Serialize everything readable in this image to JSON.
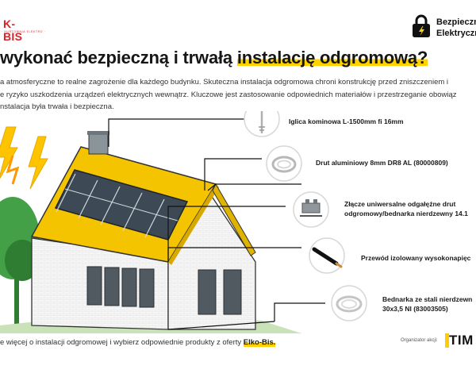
{
  "logo": {
    "text": "K-BIS",
    "subtext": "· HURTOWNIA ELEKTRO ·"
  },
  "badge": {
    "line1": "Bezpieczni",
    "line2": "Elektryczni"
  },
  "title": {
    "before": "wykonać bezpieczną i trwałą ",
    "highlight": "instalację odgromową?"
  },
  "intro": {
    "line1": "a atmosferyczne to realne zagrożenie dla każdego budynku. Skuteczna instalacja odgromowa chroni konstrukcję przed zniszczeniem i",
    "line2": "e ryzyko uszkodzenia urządzeń elektrycznych wewnątrz. Kluczowe jest zastosowanie odpowiednich materiałów i przestrzeganie obowiąz",
    "line3": "nstalacja była trwała i bezpieczna."
  },
  "products": {
    "rod": "Iglica kominowa L-1500mm fi 16mm",
    "wire": "Drut aluminiowy 8mm DR8 AL (80000809)",
    "clamp_line1": "Złącze uniwersalne odgałęźne drut",
    "clamp_line2": "odgromowy/bednarka nierdzewny 14.1",
    "cable": "Przewód izolowany wysokonapięc",
    "strip_line1": "Bednarka ze stali nierdzewn",
    "strip_line2": "30x3,5 NI (83003505)"
  },
  "footer": {
    "text": "e więcej o instalacji odgromowej i wybierz odpowiednie produkty z oferty ",
    "brand": "Elko-Bis."
  },
  "organizer": {
    "label": "Organizator akcji:",
    "brand": "TIM"
  },
  "colors": {
    "accent": "#ffd200",
    "brand_red": "#d8232a",
    "roof": "#f5c400",
    "wall": "#f4f4f4",
    "tree": "#43a047"
  }
}
